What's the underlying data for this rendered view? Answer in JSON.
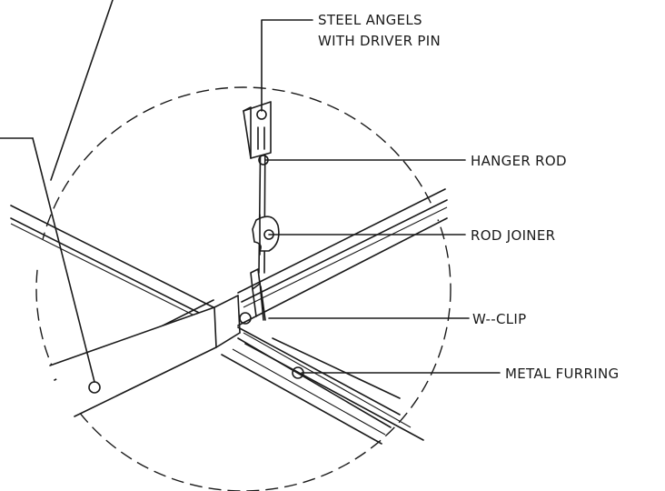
{
  "labels": {
    "steel_angels_line1": "STEEL ANGELS",
    "steel_angels_line2": "WITH DRIVER PIN",
    "hanger_rod": "HANGER ROD",
    "rod_joiner": "ROD JOINER",
    "w_clip": "W--CLIP",
    "metal_furring": "METAL FURRING"
  },
  "colors": {
    "ink": "#1a1a1a",
    "background": "#ffffff"
  }
}
